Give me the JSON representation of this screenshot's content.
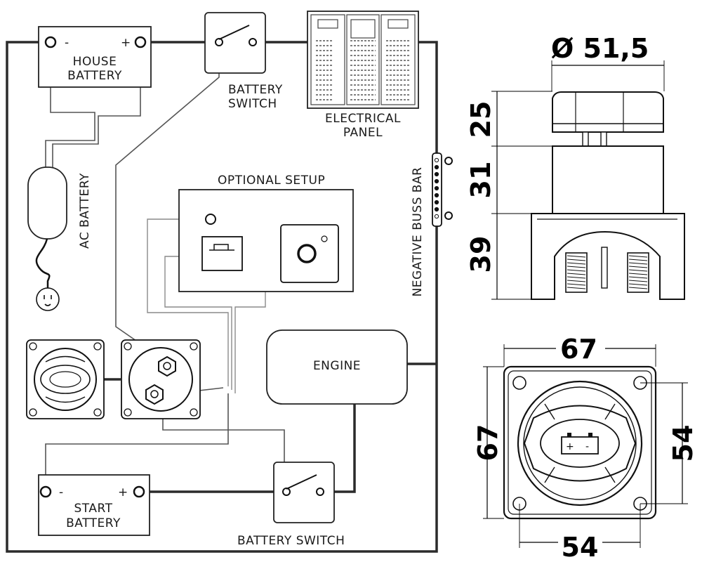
{
  "diagram": {
    "house_battery": {
      "label_line1": "HOUSE",
      "label_line2": "BATTERY",
      "neg": "-",
      "pos": "+"
    },
    "start_battery": {
      "label_line1": "START",
      "label_line2": "BATTERY",
      "neg": "-",
      "pos": "+"
    },
    "battery_switch_top": {
      "label_line1": "BATTERY",
      "label_line2": "SWITCH"
    },
    "battery_switch_bottom": {
      "label": "BATTERY SWITCH"
    },
    "electrical_panel": {
      "label_line1": "ELECTRICAL",
      "label_line2": "PANEL"
    },
    "ac_battery": {
      "label": "AC BATTERY"
    },
    "optional_setup": {
      "label": "OPTIONAL SETUP"
    },
    "negative_buss_bar": {
      "label": "NEGATIVE BUSS BAR"
    },
    "engine": {
      "label": "ENGINE"
    }
  },
  "dimensions": {
    "diameter": "Ø 51,5",
    "cap_height": "25",
    "body_height": "31",
    "base_height": "39",
    "width_top": "67",
    "height_left": "67",
    "hole_spacing_right": "54",
    "hole_spacing_bottom": "54"
  }
}
